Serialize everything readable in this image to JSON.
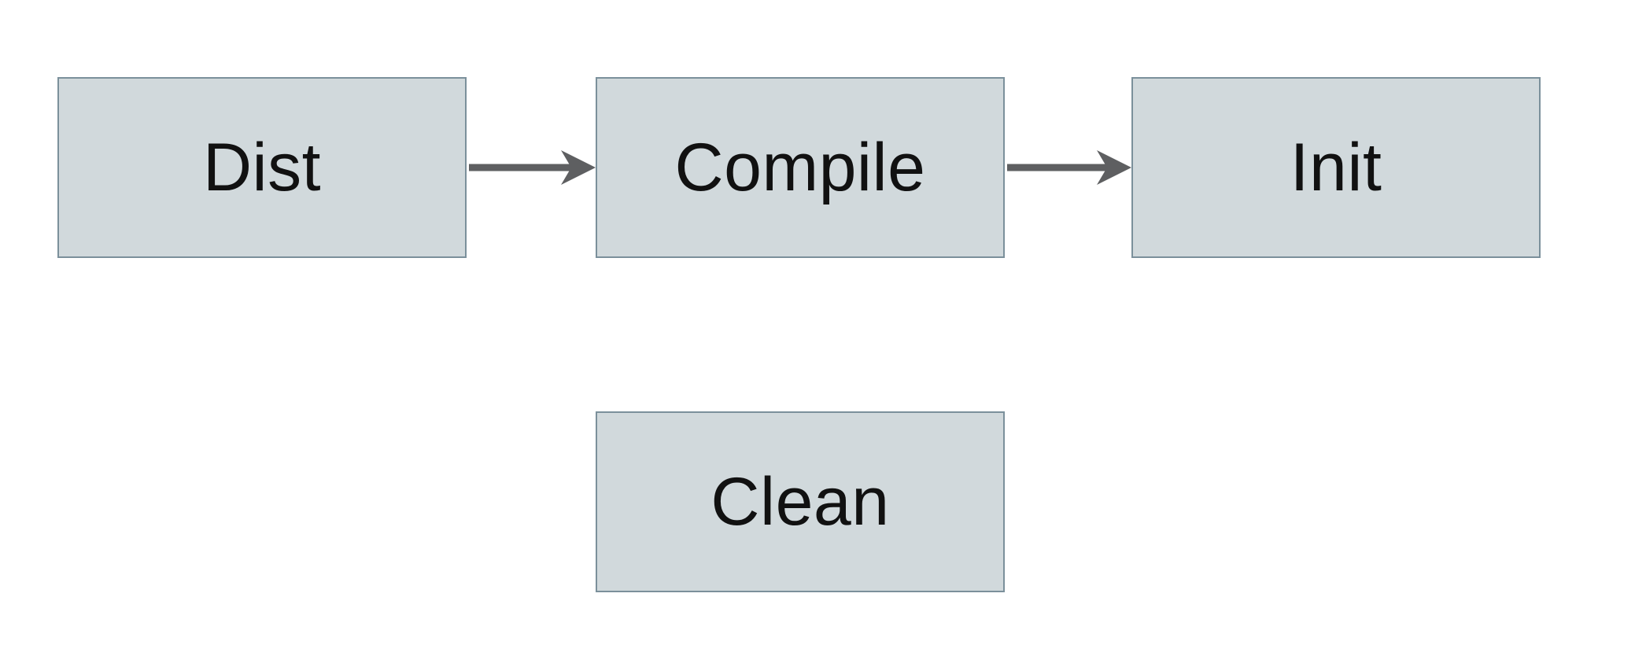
{
  "diagram": {
    "type": "flowchart",
    "colors": {
      "background": "#ffffff",
      "node_fill": "#d1d9dc",
      "node_border": "#7b909b",
      "arrow_color": "#5e5f61",
      "text_color": "#111111"
    },
    "nodes": [
      {
        "id": "dist",
        "label": "Dist"
      },
      {
        "id": "compile",
        "label": "Compile"
      },
      {
        "id": "init",
        "label": "Init"
      },
      {
        "id": "clean",
        "label": "Clean"
      }
    ],
    "edges": [
      {
        "from": "dist",
        "to": "compile"
      },
      {
        "from": "compile",
        "to": "init"
      }
    ]
  }
}
